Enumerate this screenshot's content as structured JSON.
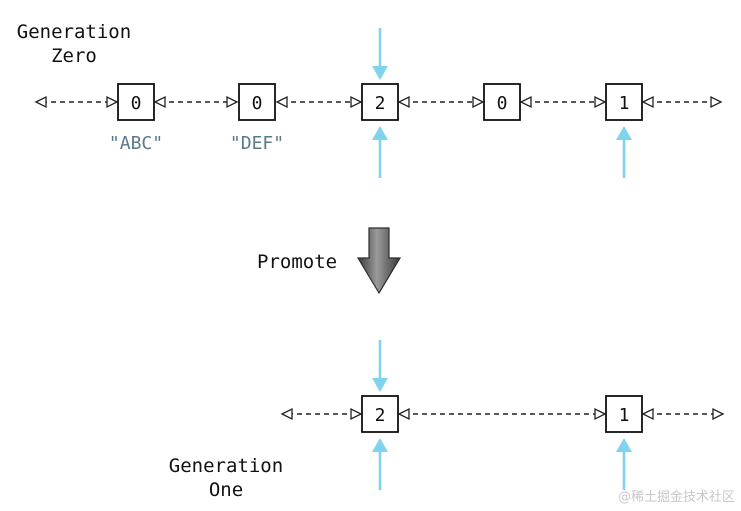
{
  "generation_zero": {
    "label_line1": "Generation",
    "label_line2": "Zero",
    "nodes": [
      {
        "value": "0",
        "annotation": "\"ABC\"",
        "referenced": false
      },
      {
        "value": "0",
        "annotation": "\"DEF\"",
        "referenced": false
      },
      {
        "value": "2",
        "annotation": "",
        "referenced": true
      },
      {
        "value": "0",
        "annotation": "",
        "referenced": false
      },
      {
        "value": "1",
        "annotation": "",
        "referenced": true
      }
    ]
  },
  "promote": {
    "label": "Promote"
  },
  "generation_one": {
    "label_line1": "Generation",
    "label_line2": "One",
    "nodes": [
      {
        "value": "2",
        "referenced": true
      },
      {
        "value": "1",
        "referenced": true
      }
    ]
  },
  "watermark": "@稀土掘金技术社区",
  "colors": {
    "reference_arrow": "#7fd3ec",
    "annotation_text": "#5a7a8a",
    "node_border": "#111111",
    "link_line": "#222222",
    "promote_arrow_dark": "#3a3a3a",
    "promote_arrow_light": "#9a9a9a"
  }
}
